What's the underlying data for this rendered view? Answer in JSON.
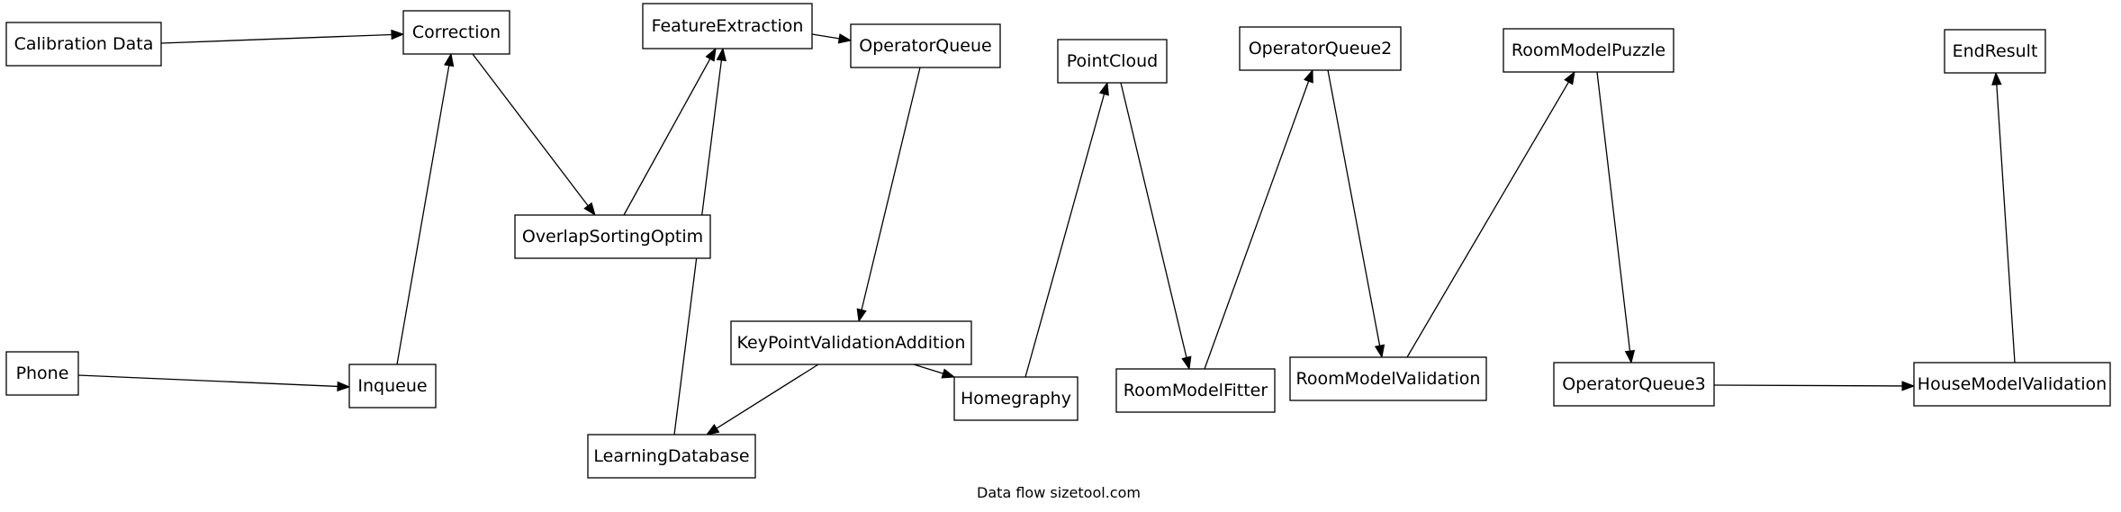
{
  "caption": "Data flow sizetool.com",
  "nodes": [
    {
      "id": "calibration",
      "label": "Calibration Data"
    },
    {
      "id": "correction",
      "label": "Correction"
    },
    {
      "id": "feature",
      "label": "FeatureExtraction"
    },
    {
      "id": "opqueue",
      "label": "OperatorQueue"
    },
    {
      "id": "pointcloud",
      "label": "PointCloud"
    },
    {
      "id": "opqueue2",
      "label": "OperatorQueue2"
    },
    {
      "id": "puzzle",
      "label": "RoomModelPuzzle"
    },
    {
      "id": "endresult",
      "label": "EndResult"
    },
    {
      "id": "overlap",
      "label": "OverlapSortingOptim"
    },
    {
      "id": "keypoint",
      "label": "KeyPointValidationAddition"
    },
    {
      "id": "phone",
      "label": "Phone"
    },
    {
      "id": "inqueue",
      "label": "Inqueue"
    },
    {
      "id": "homegraphy",
      "label": "Homegraphy"
    },
    {
      "id": "fitter",
      "label": "RoomModelFitter"
    },
    {
      "id": "validation",
      "label": "RoomModelValidation"
    },
    {
      "id": "opqueue3",
      "label": "OperatorQueue3"
    },
    {
      "id": "housevalidation",
      "label": "HouseModelValidation"
    },
    {
      "id": "learningdb",
      "label": "LearningDatabase"
    }
  ],
  "edges": [
    {
      "from": "calibration",
      "to": "correction"
    },
    {
      "from": "phone",
      "to": "inqueue"
    },
    {
      "from": "inqueue",
      "to": "correction"
    },
    {
      "from": "correction",
      "to": "overlap"
    },
    {
      "from": "overlap",
      "to": "feature"
    },
    {
      "from": "learningdb",
      "to": "feature"
    },
    {
      "from": "feature",
      "to": "opqueue"
    },
    {
      "from": "opqueue",
      "to": "keypoint"
    },
    {
      "from": "keypoint",
      "to": "learningdb"
    },
    {
      "from": "keypoint",
      "to": "homegraphy"
    },
    {
      "from": "homegraphy",
      "to": "pointcloud"
    },
    {
      "from": "pointcloud",
      "to": "fitter"
    },
    {
      "from": "fitter",
      "to": "opqueue2"
    },
    {
      "from": "opqueue2",
      "to": "validation"
    },
    {
      "from": "validation",
      "to": "puzzle"
    },
    {
      "from": "puzzle",
      "to": "opqueue3"
    },
    {
      "from": "opqueue3",
      "to": "housevalidation"
    },
    {
      "from": "housevalidation",
      "to": "endresult"
    }
  ]
}
